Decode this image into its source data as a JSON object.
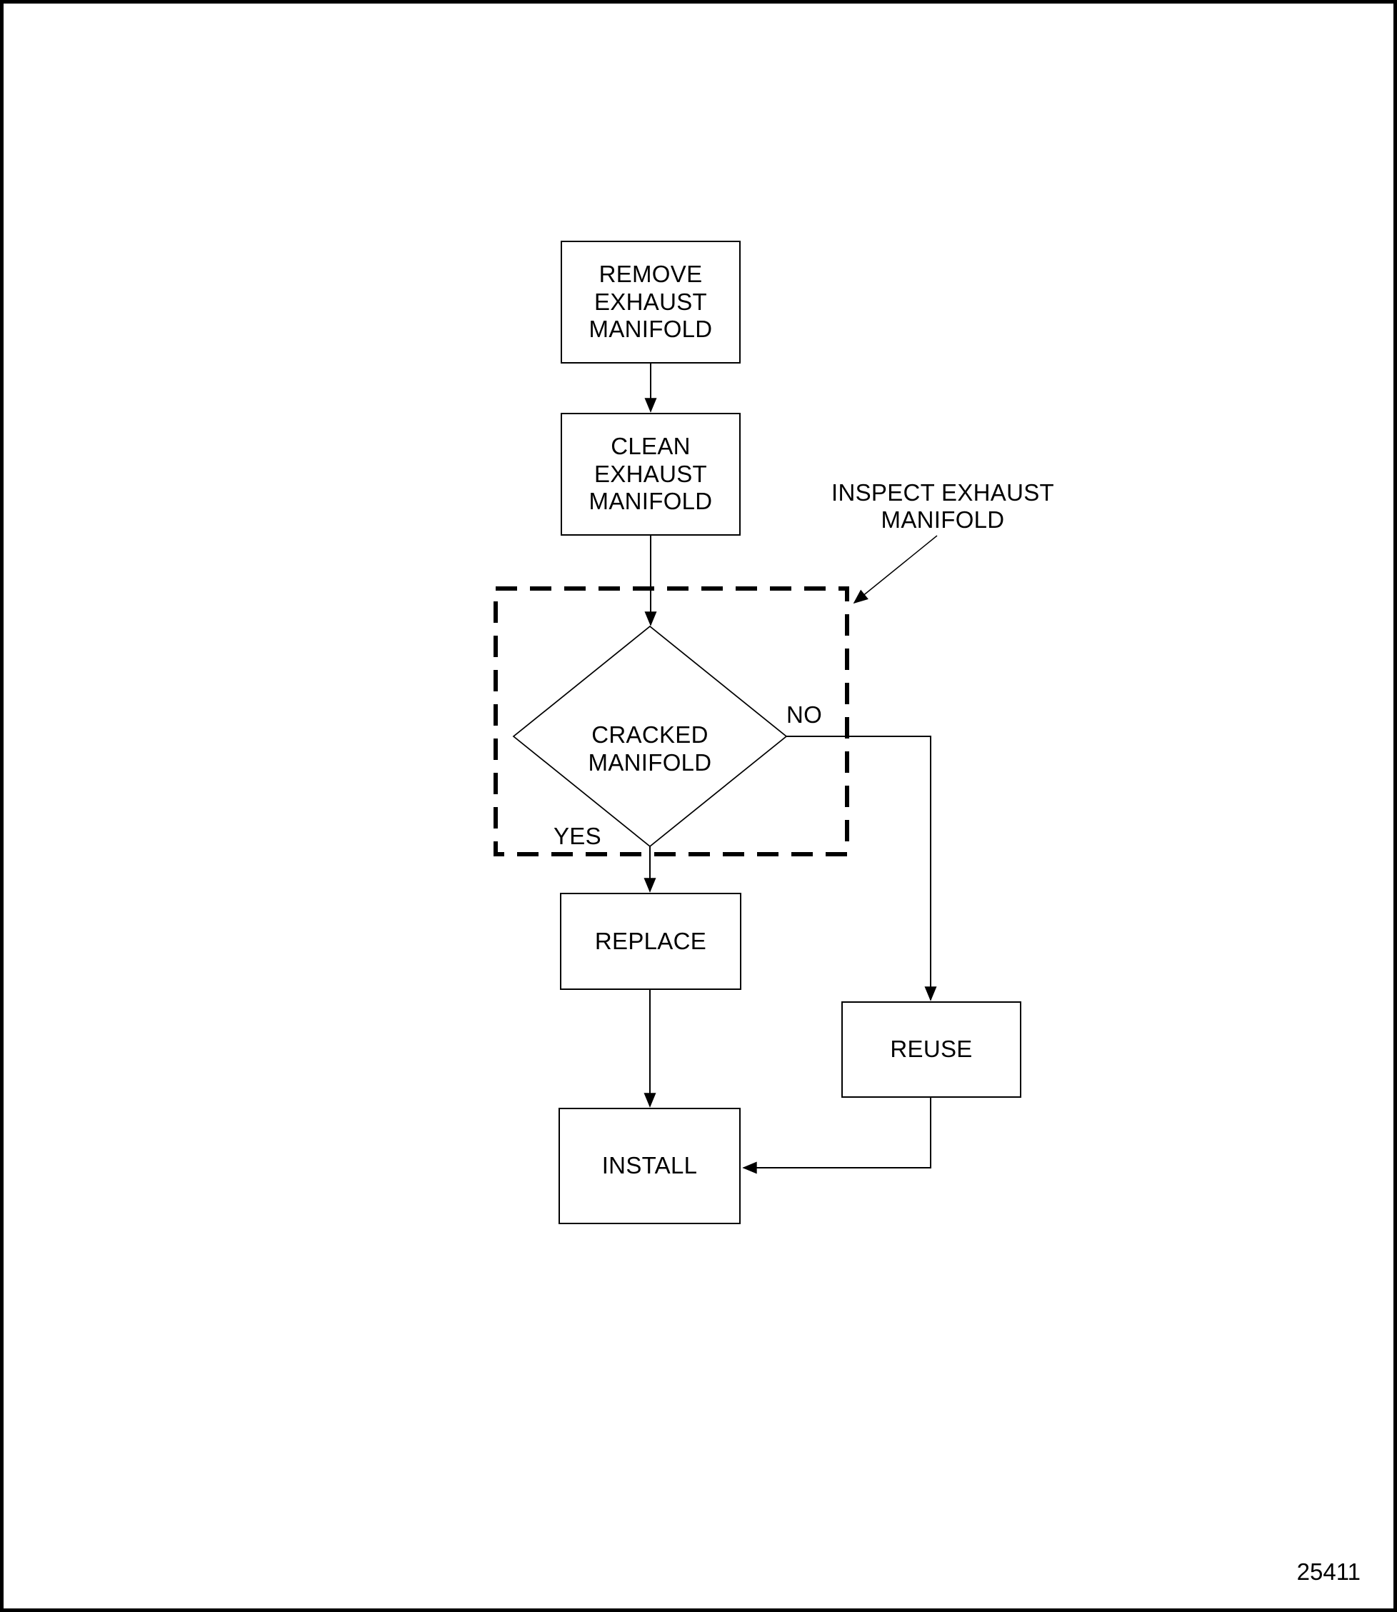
{
  "figure": {
    "number": "25411"
  },
  "flowchart": {
    "nodes": {
      "remove": {
        "label": "REMOVE\nEXHAUST\nMANIFOLD",
        "type": "process"
      },
      "clean": {
        "label": "CLEAN\nEXHAUST\nMANIFOLD",
        "type": "process"
      },
      "cracked": {
        "label": "CRACKED\nMANIFOLD",
        "type": "decision"
      },
      "replace": {
        "label": "REPLACE",
        "type": "process"
      },
      "reuse": {
        "label": "REUSE",
        "type": "process"
      },
      "install": {
        "label": "INSTALL",
        "type": "process"
      }
    },
    "annotations": {
      "inspect_group": {
        "label": "INSPECT EXHAUST\nMANIFOLD"
      },
      "yes": {
        "label": "YES"
      },
      "no": {
        "label": "NO"
      }
    },
    "edges": [
      {
        "from": "remove",
        "to": "clean",
        "label": ""
      },
      {
        "from": "clean",
        "to": "cracked",
        "label": ""
      },
      {
        "from": "cracked",
        "to": "replace",
        "label": "YES"
      },
      {
        "from": "cracked",
        "to": "reuse",
        "label": "NO"
      },
      {
        "from": "replace",
        "to": "install",
        "label": ""
      },
      {
        "from": "reuse",
        "to": "install",
        "label": ""
      }
    ]
  },
  "colors": {
    "ink": "#000000",
    "paper": "#ffffff"
  }
}
